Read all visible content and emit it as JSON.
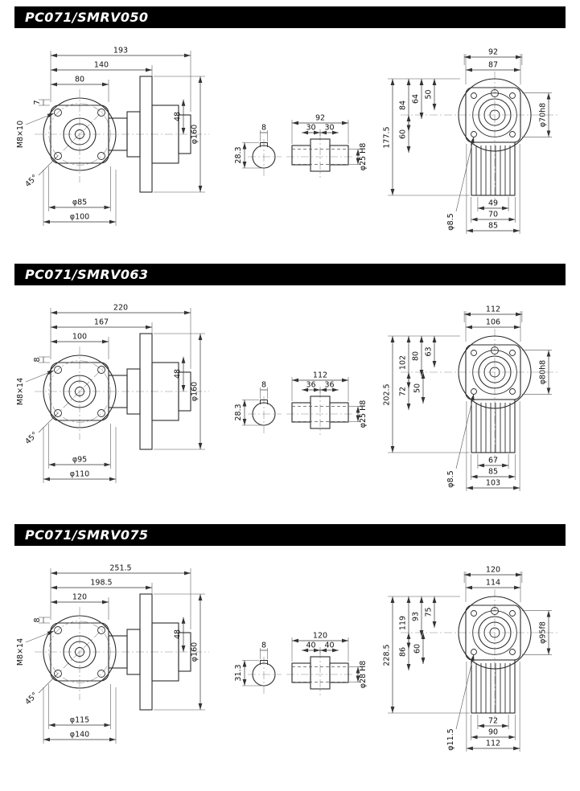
{
  "theme": {
    "header_bg": "#000000",
    "header_text": "#ffffff",
    "line_color": "#2b2b2b",
    "dim_color": "#333333"
  },
  "sections": [
    {
      "title": "PC071/SMRV050",
      "left": {
        "top_dims": [
          "193",
          "140",
          "80"
        ],
        "offset_dim": "7",
        "thread_label": "M8×10",
        "flange_depth": "48",
        "flange_dia": "φ160",
        "bottom_dims": [
          "φ85",
          "φ100"
        ],
        "angle": "45°"
      },
      "middle": {
        "key_height": "28.3",
        "key_width": "8",
        "total": "92",
        "half_left": "30",
        "half_right": "30",
        "bore": "φ25 H8"
      },
      "right": {
        "top_dims": [
          "92",
          "87"
        ],
        "total_height": "177.5",
        "upper_dims": [
          "84",
          "64",
          "50"
        ],
        "lower_dims": [
          "60"
        ],
        "hole": "φ8.5",
        "bottom_dims": [
          "49",
          "70",
          "85"
        ],
        "spigot": "φ70h8"
      }
    },
    {
      "title": "PC071/SMRV063",
      "left": {
        "top_dims": [
          "220",
          "167",
          "100"
        ],
        "offset_dim": "8",
        "thread_label": "M8×14",
        "flange_depth": "48",
        "flange_dia": "φ160",
        "bottom_dims": [
          "φ95",
          "φ110"
        ],
        "angle": "45°"
      },
      "middle": {
        "key_height": "28.3",
        "key_width": "8",
        "total": "112",
        "half_left": "36",
        "half_right": "36",
        "bore": "φ25 H8"
      },
      "right": {
        "top_dims": [
          "112",
          "106"
        ],
        "total_height": "202.5",
        "upper_dims": [
          "102",
          "80",
          "63"
        ],
        "lower_dims": [
          "72",
          "50"
        ],
        "hole": "φ8.5",
        "bottom_dims": [
          "67",
          "85",
          "103"
        ],
        "spigot": "φ80h8"
      }
    },
    {
      "title": "PC071/SMRV075",
      "left": {
        "top_dims": [
          "251.5",
          "198.5",
          "120"
        ],
        "offset_dim": "8",
        "thread_label": "M8×14",
        "flange_depth": "48",
        "flange_dia": "φ160",
        "bottom_dims": [
          "φ115",
          "φ140"
        ],
        "angle": "45°"
      },
      "middle": {
        "key_height": "31.3",
        "key_width": "8",
        "total": "120",
        "half_left": "40",
        "half_right": "40",
        "bore": "φ28 H8"
      },
      "right": {
        "top_dims": [
          "120",
          "114"
        ],
        "total_height": "228.5",
        "upper_dims": [
          "119",
          "93",
          "75"
        ],
        "lower_dims": [
          "86",
          "60"
        ],
        "hole": "φ11.5",
        "bottom_dims": [
          "72",
          "90",
          "112"
        ],
        "spigot": "φ95f8"
      }
    }
  ]
}
